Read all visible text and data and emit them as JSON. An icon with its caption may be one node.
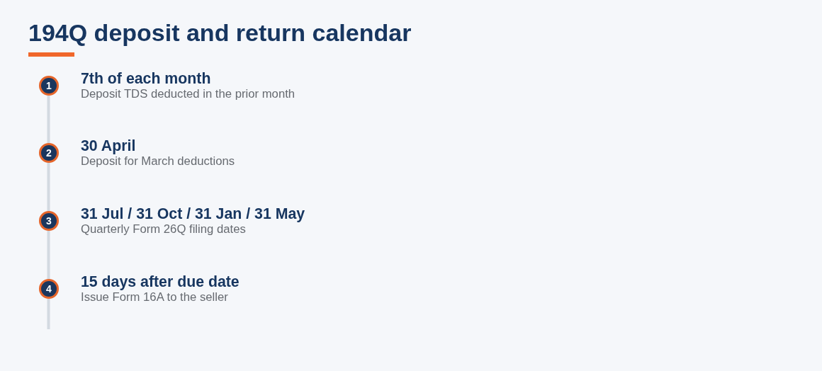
{
  "diagram": {
    "title": "194Q deposit and return calendar",
    "nodes": [
      {
        "text": [
          "1"
        ],
        "beside": [
          "7th of each month",
          "Deposit TDS deducted in the prior month"
        ]
      },
      {
        "text": [
          "2"
        ],
        "beside": [
          "30 April",
          "Deposit for March deductions"
        ]
      },
      {
        "text": [
          "3"
        ],
        "beside": [
          "31 Jul / 31 Oct / 31 Jan / 31 May",
          "Quarterly Form 26Q filing dates"
        ]
      },
      {
        "text": [
          "4"
        ],
        "beside": [
          "15 days after due date",
          "Issue Form 16A to the seller"
        ]
      }
    ],
    "edges": [
      {
        "from": 0,
        "to": 1,
        "arrow": "none"
      },
      {
        "from": 1,
        "to": 2,
        "arrow": "none"
      },
      {
        "from": 2,
        "to": 3,
        "arrow": "none"
      },
      {
        "from": 3,
        "to": null,
        "arrow": "none"
      }
    ]
  }
}
